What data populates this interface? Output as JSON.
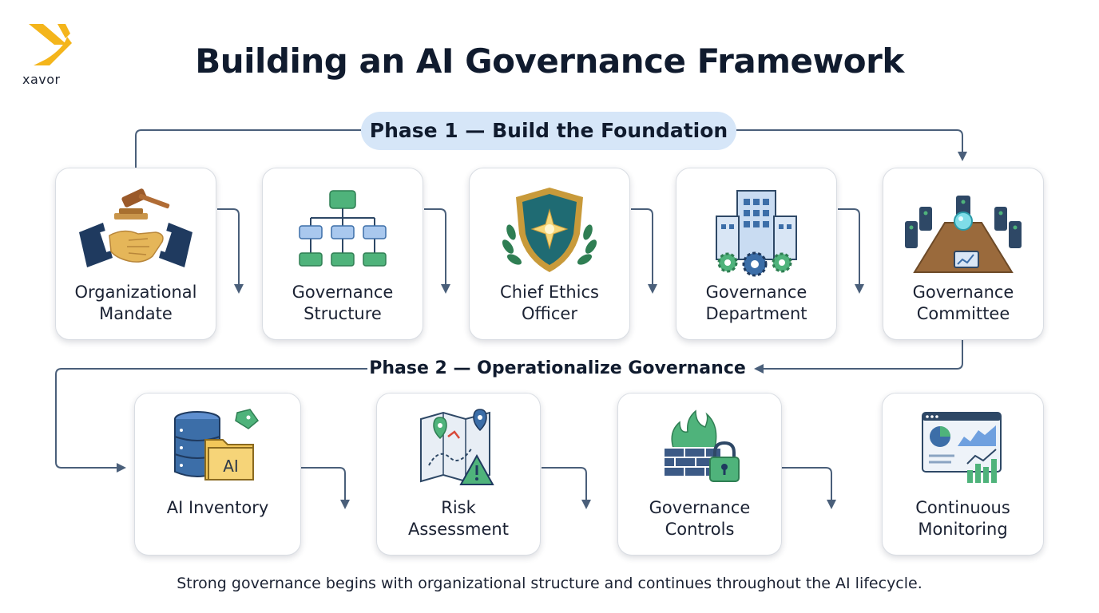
{
  "logo": {
    "text": "xavor",
    "brand_color": "#f4b51b"
  },
  "title": "Building an AI Governance Framework",
  "phase1": {
    "label": "Phase 1 — Build the Foundation"
  },
  "phase2": {
    "label": "Phase 2 — Operationalize Governance"
  },
  "row1": [
    {
      "line1": "Organizational",
      "line2": "Mandate",
      "icon": "gavel-handshake-icon"
    },
    {
      "line1": "Governance",
      "line2": "Structure",
      "icon": "org-chart-icon"
    },
    {
      "line1": "Chief Ethics",
      "line2": "Officer",
      "icon": "shield-emblem-icon"
    },
    {
      "line1": "Governance",
      "line2": "Department",
      "icon": "building-gears-icon"
    },
    {
      "line1": "Governance",
      "line2": "Committee",
      "icon": "boardroom-icon"
    }
  ],
  "row2": [
    {
      "line1": "AI Inventory",
      "line2": "",
      "icon": "database-folder-icon",
      "icon_text": "AI"
    },
    {
      "line1": "Risk",
      "line2": "Assessment",
      "icon": "risk-map-icon"
    },
    {
      "line1": "Governance",
      "line2": "Controls",
      "icon": "firewall-lock-icon"
    },
    {
      "line1": "Continuous",
      "line2": "Monitoring",
      "icon": "dashboard-icon"
    }
  ],
  "footer": "Strong governance begins with organizational structure and continues throughout the AI lifecycle.",
  "colors": {
    "connector": "#4a5f7a",
    "phase_pill": "#d6e6f8",
    "green": "#4fb37b",
    "blue_light": "#a9c8ee",
    "navy": "#1f3a5f",
    "gold": "#d9a441"
  }
}
